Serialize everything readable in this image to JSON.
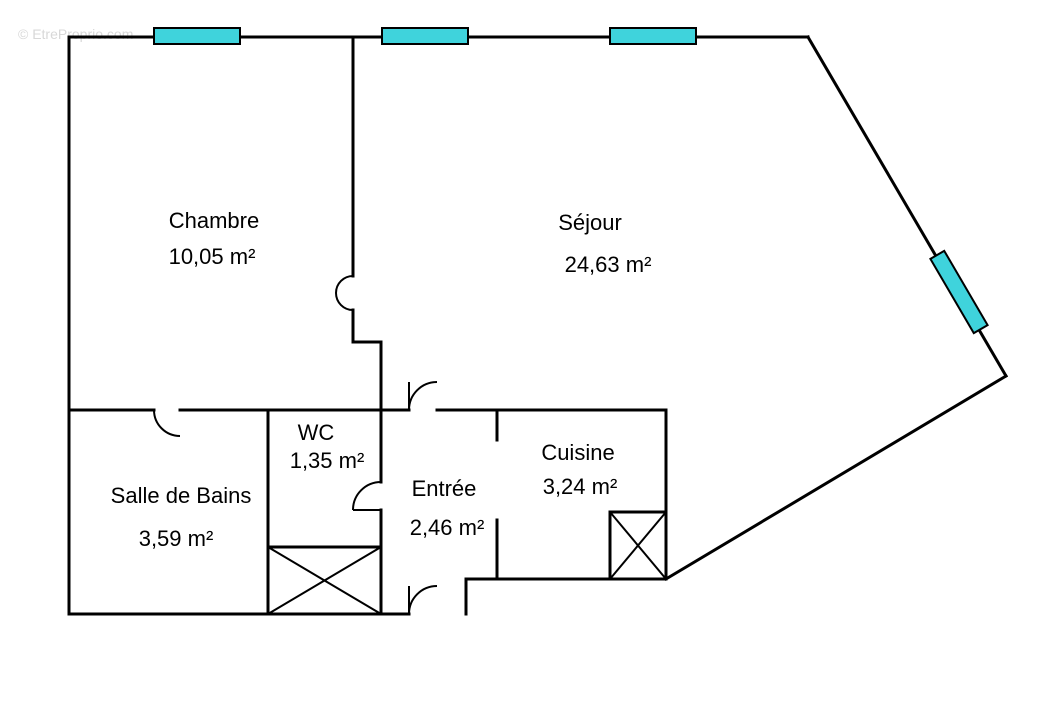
{
  "watermark": "© EtreProprio.com",
  "colors": {
    "window": "#3fd3dc",
    "wall": "#000000",
    "background": "#ffffff"
  },
  "rooms": {
    "chambre": {
      "name": "Chambre",
      "area": "10,05  m²"
    },
    "sejour": {
      "name": "Séjour",
      "area": "24,63  m²"
    },
    "salle_de_bains": {
      "name": "Salle de Bains",
      "area": "3,59  m²"
    },
    "wc": {
      "name": "WC",
      "area": "1,35  m²"
    },
    "entree": {
      "name": "Entrée",
      "area": "2,46  m²"
    },
    "cuisine": {
      "name": "Cuisine",
      "area": "3,24  m²"
    }
  }
}
